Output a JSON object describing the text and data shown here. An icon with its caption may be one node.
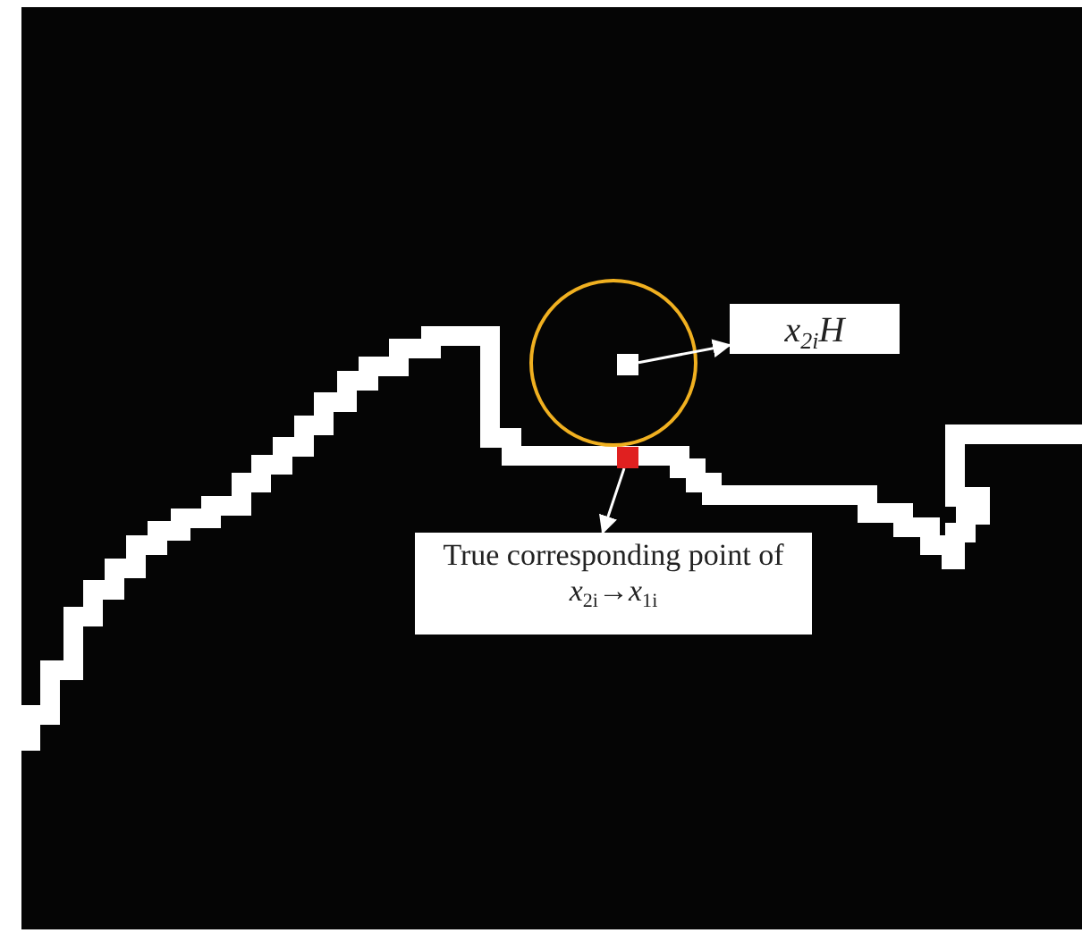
{
  "diagram": {
    "nodes": [
      {
        "text": [
          "x$_{2i}$H"
        ]
      },
      {
        "text": [],
        "shape": "box"
      },
      {
        "text": [
          "True corresponding point of *x*$_{2i}$→*x*$_{1i}$"
        ]
      },
      {
        "text": [],
        "shape": "box"
      }
    ],
    "edges": [
      {
        "from": 1,
        "to": 0,
        "arrow": "to"
      },
      {
        "from": 3,
        "to": 2,
        "arrow": "to"
      }
    ]
  }
}
